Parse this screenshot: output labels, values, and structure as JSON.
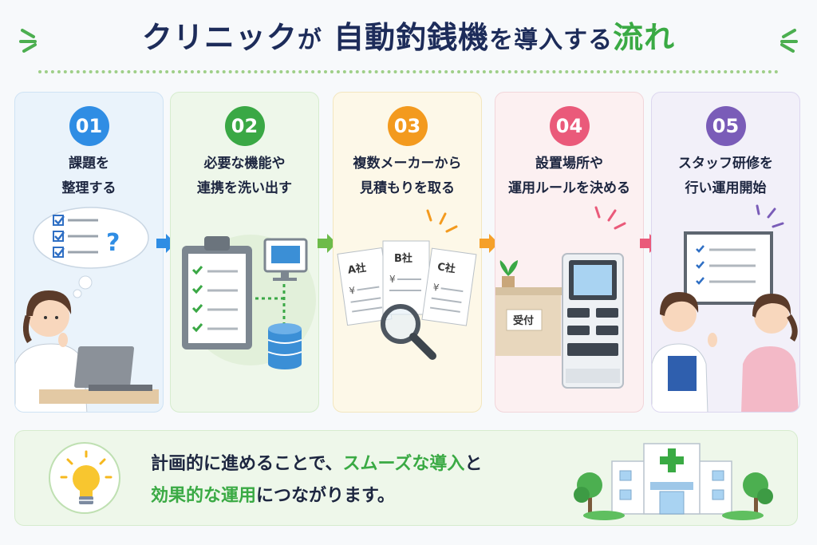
{
  "title": {
    "part1": "クリニック",
    "part2": "が",
    "part3": "自動釣銭機",
    "part4": "を導入する",
    "part5": "流れ"
  },
  "steps": [
    {
      "number": "01",
      "line1": "課題を",
      "line2": "整理する",
      "color": "#2f8de4"
    },
    {
      "number": "02",
      "line1": "必要な機能や",
      "line2": "連携を洗い出す",
      "color": "#3aa845"
    },
    {
      "number": "03",
      "line1": "複数メーカーから",
      "line2": "見積もりを取る",
      "color": "#f39a1e"
    },
    {
      "number": "04",
      "line1": "設置場所や",
      "line2": "運用ルールを決める",
      "color": "#ea5a7a"
    },
    {
      "number": "05",
      "line1": "スタッフ研修を",
      "line2": "行い運用開始",
      "color": "#7a5cb8"
    }
  ],
  "illustrations": {
    "quote_a": "A社",
    "quote_b": "B社",
    "quote_c": "C社",
    "yen": "¥",
    "reception": "受付",
    "question_mark": "?"
  },
  "summary": {
    "t1": "計画的に進めることで、",
    "h1": "スムーズな導入",
    "t2": "と",
    "h2": "効果的な運用",
    "t3": "につながります。"
  }
}
